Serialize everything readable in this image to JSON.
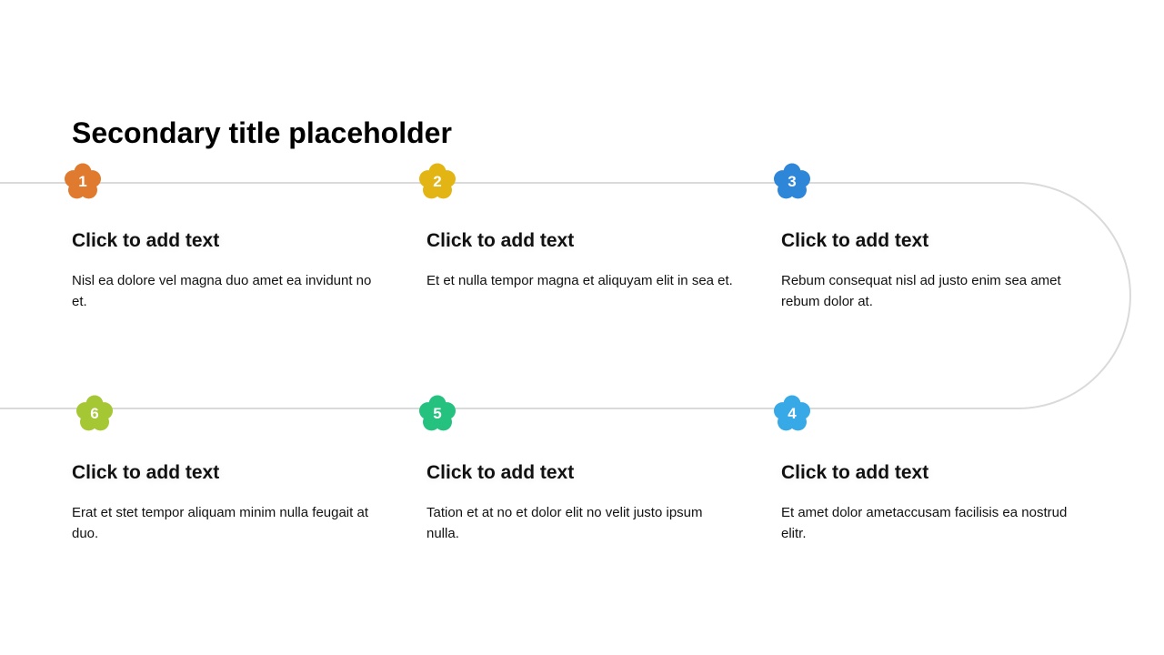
{
  "slide": {
    "title": "Secondary title placeholder"
  },
  "steps": [
    {
      "number": "1",
      "color": "#E07A2E",
      "heading": "Click to add text",
      "body": "Nisl ea dolore vel magna duo amet ea invidunt no et."
    },
    {
      "number": "2",
      "color": "#E3B514",
      "heading": "Click to add text",
      "body": "Et et nulla tempor magna et aliquyam elit in sea et."
    },
    {
      "number": "3",
      "color": "#2E86D8",
      "heading": "Click to add text",
      "body": "Rebum consequat nisl ad justo enim sea amet rebum dolor at."
    },
    {
      "number": "4",
      "color": "#36A9E6",
      "heading": "Click to add text",
      "body": "Et amet dolor ametaccusam facilisis ea nostrud elitr."
    },
    {
      "number": "5",
      "color": "#25C17E",
      "heading": "Click to add text",
      "body": "Tation et at no et dolor elit no velit justo ipsum nulla."
    },
    {
      "number": "6",
      "color": "#A4C733",
      "heading": "Click to add text",
      "body": "Erat et stet tempor aliquam minim nulla feugait at duo."
    }
  ]
}
